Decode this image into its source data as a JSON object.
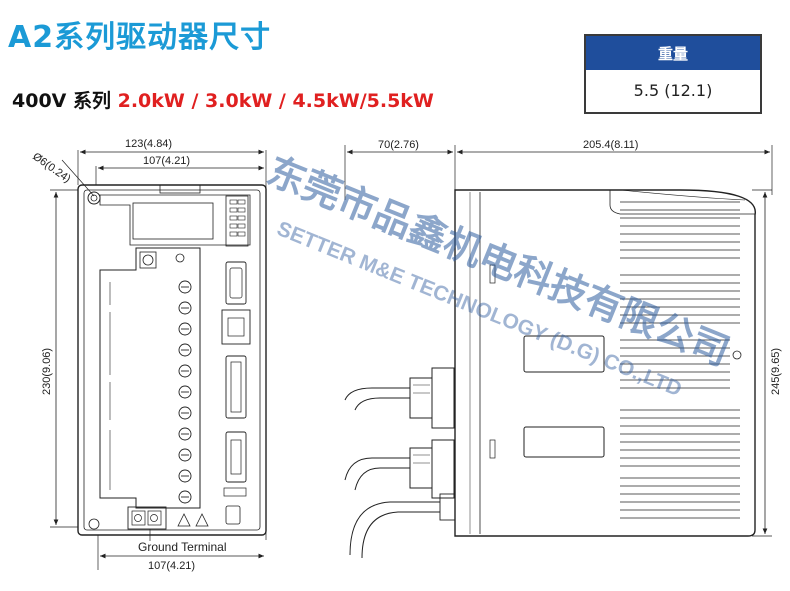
{
  "header": {
    "title": "A2系列驱动器尺寸",
    "series_prefix": "400V 系列 ",
    "series_models": "2.0kW / 3.0kW / 4.5kW/5.5kW"
  },
  "weight_table": {
    "header": "重量",
    "value": "5.5 (12.1)"
  },
  "front_view": {
    "hole_dia": "Ø6(0.24)",
    "width_overall": "123(4.84)",
    "width_inner": "107(4.21)",
    "height": "230(9.06)",
    "bottom_width": "107(4.21)",
    "ground_terminal": "Ground Terminal"
  },
  "side_view": {
    "depth_front": "70(2.76)",
    "depth_body": "205.4(8.11)",
    "height": "245(9.65)"
  },
  "watermark": {
    "cn": "东莞市品鑫机电科技有限公司",
    "en": "SETTER M&E TECHNOLOGY (D.G) CO.,LTD"
  },
  "colors": {
    "title_blue": "#1b9ad6",
    "series_red": "#e02020",
    "table_header": "#1f4e9c"
  }
}
